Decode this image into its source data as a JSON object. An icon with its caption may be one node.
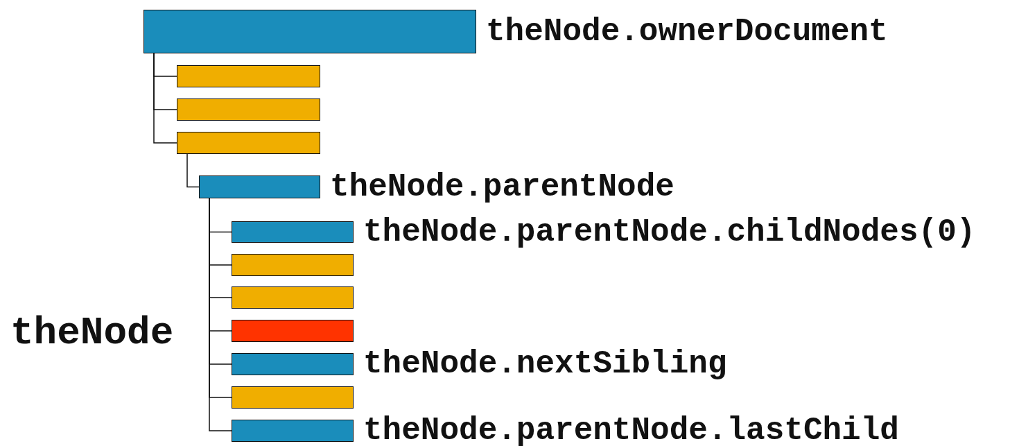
{
  "diagram": {
    "nodes": [
      {
        "text": [],
        "shape": "box",
        "beside": [
          "theNode.ownerDocument"
        ]
      },
      {
        "text": [],
        "shape": "box"
      },
      {
        "text": [],
        "shape": "box"
      },
      {
        "text": [],
        "shape": "box"
      },
      {
        "text": [],
        "shape": "box",
        "beside": [
          "theNode.parentNode"
        ]
      },
      {
        "text": [],
        "shape": "box",
        "beside": [
          "theNode.parentNode.childNodes(0)"
        ]
      },
      {
        "text": [],
        "shape": "box"
      },
      {
        "text": [],
        "shape": "box"
      },
      {
        "text": [],
        "shape": "box"
      },
      {
        "text": [],
        "shape": "box",
        "beside": [
          "theNode.nextSibling"
        ]
      },
      {
        "text": [],
        "shape": "box"
      },
      {
        "text": [],
        "shape": "box",
        "beside": [
          "theNode.parentNode.lastChild"
        ]
      }
    ],
    "edges": [
      {
        "from": 0,
        "to": 1,
        "arrow": "none"
      },
      {
        "from": 0,
        "to": 2,
        "arrow": "none"
      },
      {
        "from": 0,
        "to": 3,
        "arrow": "none"
      },
      {
        "from": 3,
        "to": 4,
        "arrow": "none"
      },
      {
        "from": 4,
        "to": 5,
        "arrow": "none"
      },
      {
        "from": 4,
        "to": 6,
        "arrow": "none"
      },
      {
        "from": 4,
        "to": 7,
        "arrow": "none"
      },
      {
        "from": 4,
        "to": 8,
        "arrow": "none"
      },
      {
        "from": 4,
        "to": 9,
        "arrow": "none"
      },
      {
        "from": 4,
        "to": 10,
        "arrow": "none"
      },
      {
        "from": 4,
        "to": 11,
        "arrow": "none"
      }
    ],
    "labels": [
      "theNode"
    ]
  }
}
